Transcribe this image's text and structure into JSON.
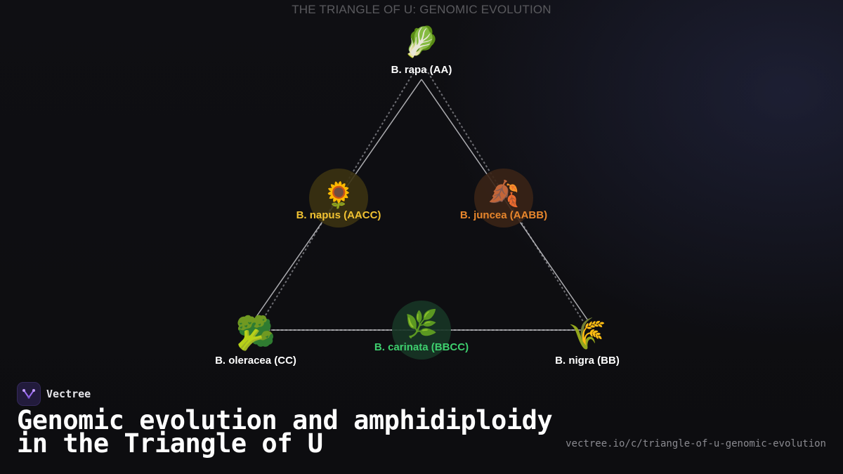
{
  "diagram": {
    "title": "THE TRIANGLE OF U: GENOMIC EVOLUTION",
    "species": [
      {
        "id": "rapa",
        "label": "B. rapa (AA)",
        "genome": "AA",
        "type": "diploid",
        "icon": "leafy-greens-icon",
        "glyph": "🥬",
        "color": "#ffffff"
      },
      {
        "id": "oleracea",
        "label": "B. oleracea (CC)",
        "genome": "CC",
        "type": "diploid",
        "icon": "broccoli-icon",
        "glyph": "🥦",
        "color": "#ffffff"
      },
      {
        "id": "nigra",
        "label": "B. nigra (BB)",
        "genome": "BB",
        "type": "diploid",
        "icon": "wheat-sheaf-icon",
        "glyph": "🌾",
        "color": "#ffffff"
      },
      {
        "id": "napus",
        "label": "B. napus (AACC)",
        "genome": "AACC",
        "type": "amphidiploid",
        "icon": "sunflower-icon",
        "glyph": "🌻",
        "color": "#f1c232",
        "bg": "#3b3212"
      },
      {
        "id": "juncea",
        "label": "B. juncea (AABB)",
        "genome": "AABB",
        "type": "amphidiploid",
        "icon": "fallen-leaf-icon",
        "glyph": "🍂",
        "color": "#e8862c",
        "bg": "#3a2416"
      },
      {
        "id": "carinata",
        "label": "B. carinata (BBCC)",
        "genome": "BBCC",
        "type": "amphidiploid",
        "icon": "herb-icon",
        "glyph": "🌿",
        "color": "#3ecf6e",
        "bg": "#173526"
      }
    ]
  },
  "branding": {
    "name": "Vectree",
    "logo_icon": "vectree-logo-icon",
    "headline": "Genomic evolution and amphidiploidy in the Triangle of U",
    "url": "vectree.io/c/triangle-of-u-genomic-evolution"
  }
}
